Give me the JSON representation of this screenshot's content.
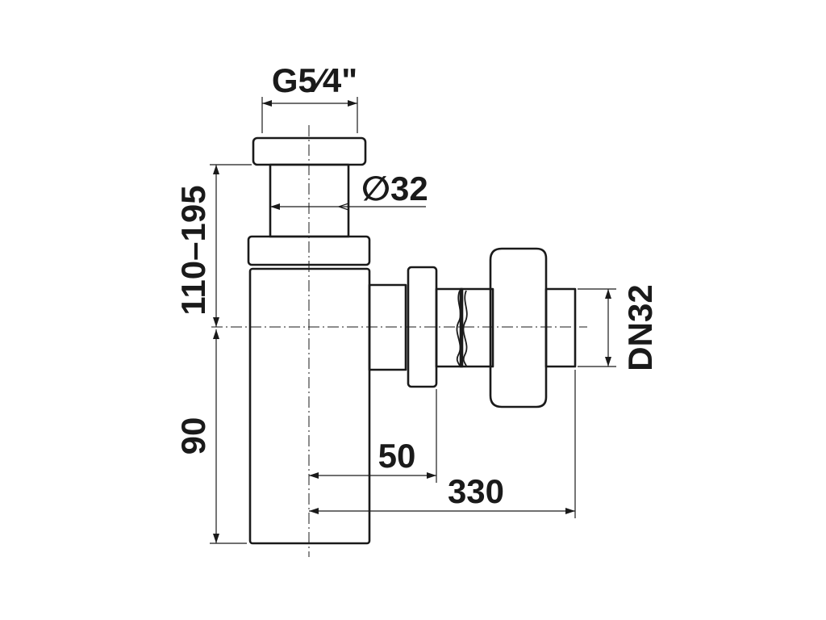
{
  "drawing": {
    "dimensions": {
      "thread": "G5⁄4\"",
      "tube_diameter": "∅32",
      "height_range": "110–195",
      "lower_height": "90",
      "outlet_offset": "50",
      "outlet_length": "330",
      "outlet_size": "DN32"
    }
  }
}
